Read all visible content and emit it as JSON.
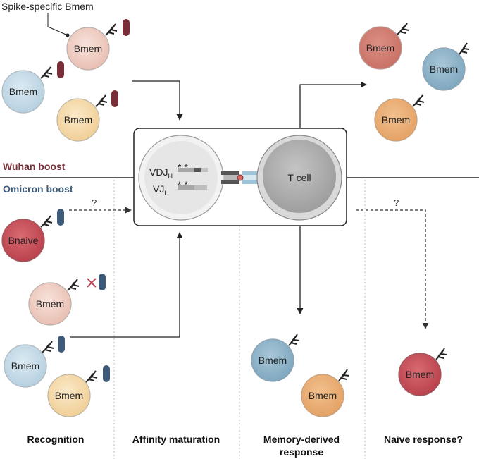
{
  "callout": "Spike-specific Bmem",
  "labels": {
    "wuhan_boost": "Wuhan boost",
    "omicron_boost": "Omicron boost",
    "question": "?",
    "vdj": "VDJ",
    "vdj_sub": "H",
    "vj": "VJ",
    "vj_sub": "L",
    "t_cell": "T cell"
  },
  "cells": {
    "bmem": "Bmem",
    "bnaive": "Bnaive"
  },
  "sections": {
    "recognition": "Recognition",
    "affinity": "Affinity maturation",
    "memory_line1": "Memory-derived",
    "memory_line2": "response",
    "naive": "Naive response?"
  },
  "colors": {
    "wuhan": "#7a2f38",
    "omicron": "#3d5a78",
    "bmem_pink": "#f1d2c8",
    "bmem_blue": "#c9dfeb",
    "bmem_yellow": "#f6dcb0",
    "bnaive_red": "#c8505a"
  }
}
